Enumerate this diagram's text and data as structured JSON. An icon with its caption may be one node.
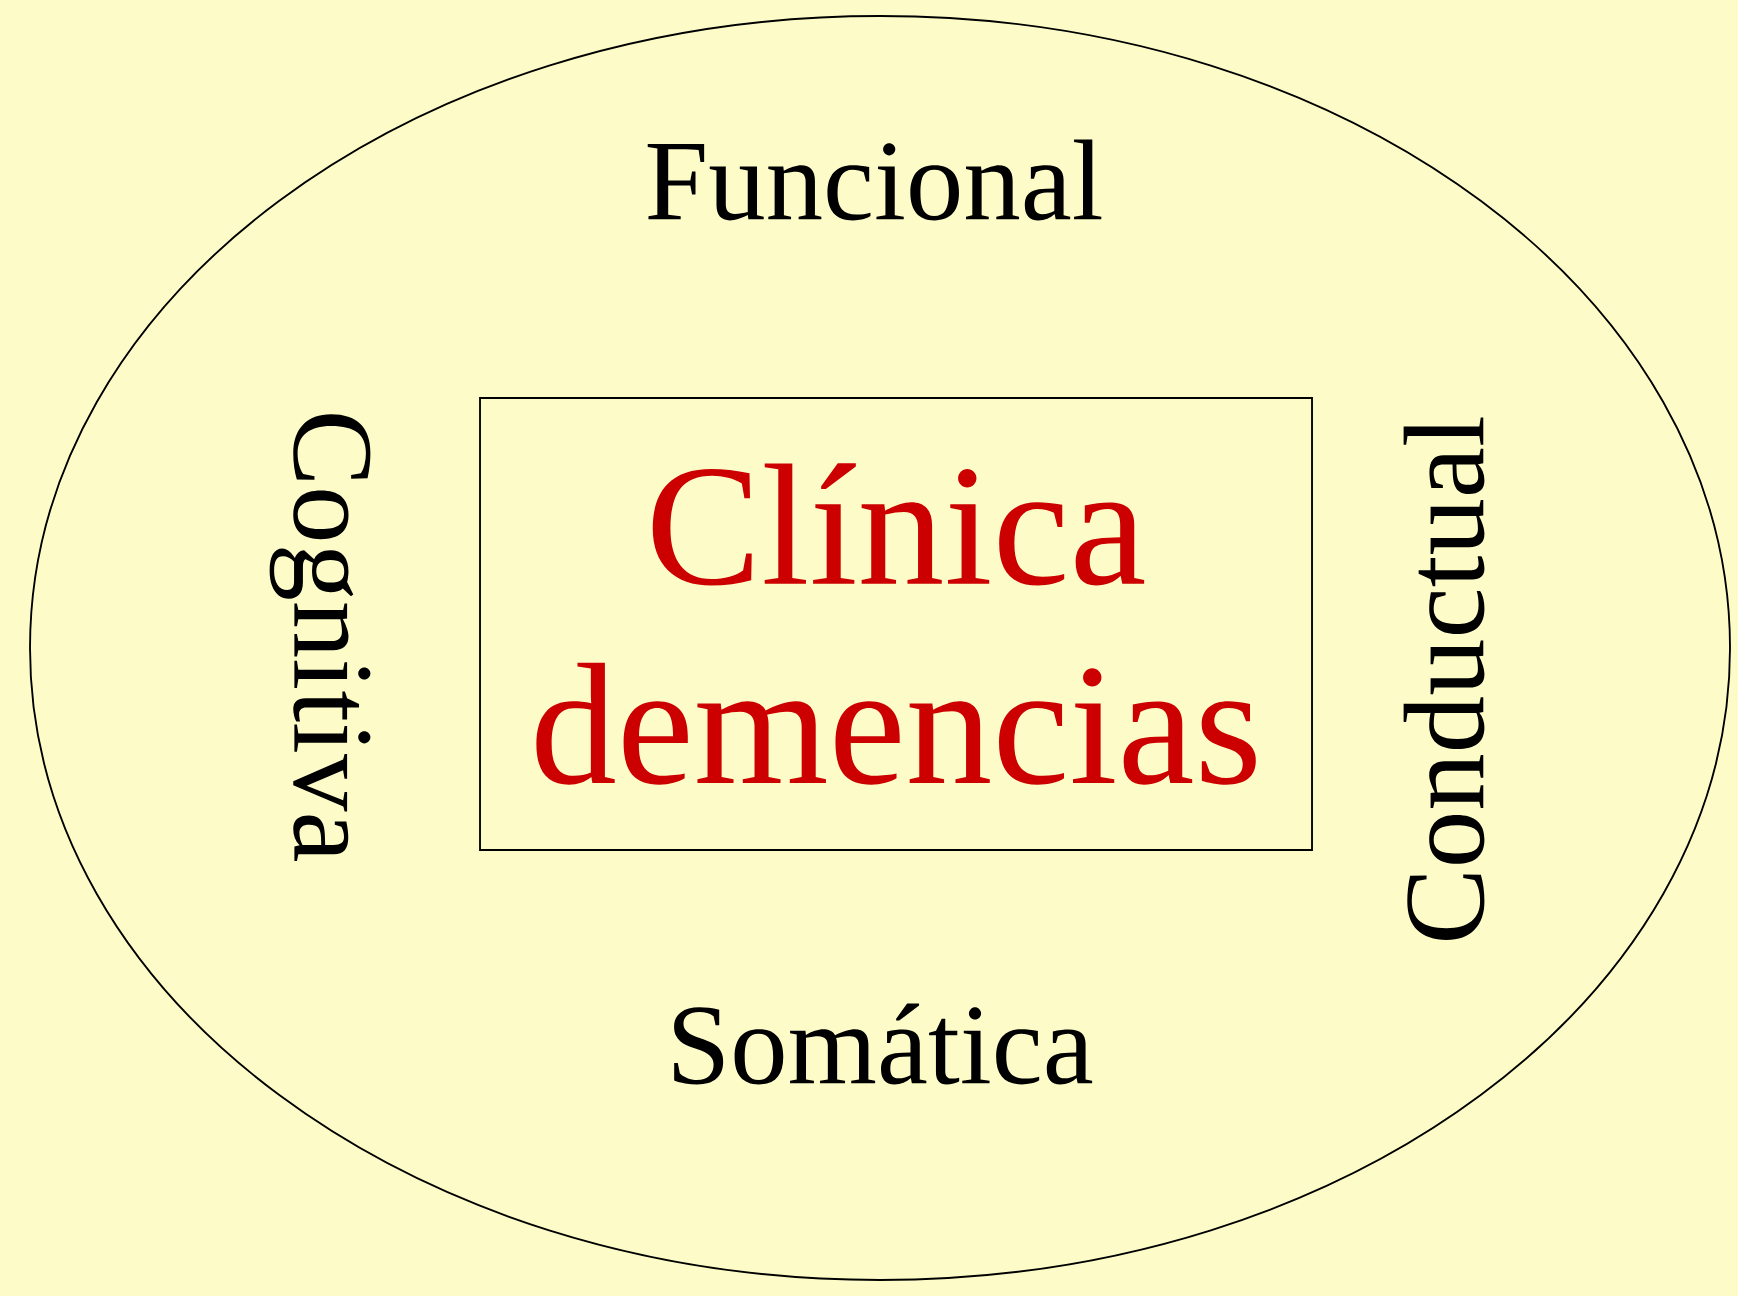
{
  "diagram": {
    "nodes": [
      {
        "text": [
          "Funcional",
          "Cognitiva",
          "Conductual",
          "Somática"
        ]
      },
      {
        "text": [
          "Clínica demencias"
        ],
        "in": 0
      }
    ]
  }
}
